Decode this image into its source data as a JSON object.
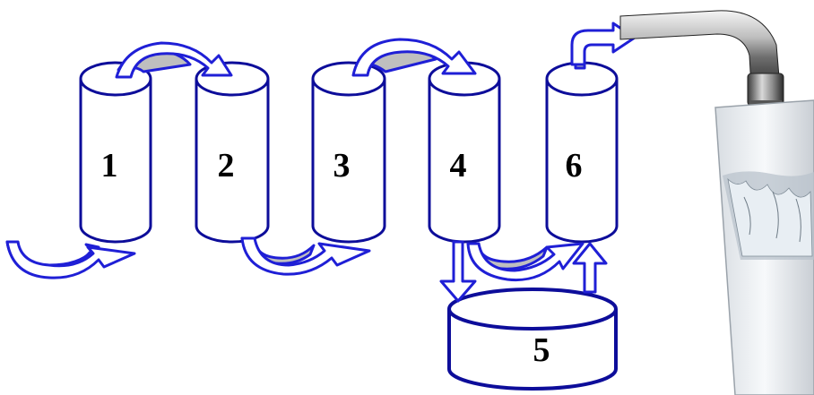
{
  "labels": {
    "stage1": "1",
    "stage2": "2",
    "stage3": "3",
    "stage4": "4",
    "storage_tank": "5",
    "stage6": "6"
  },
  "colors": {
    "outline": "#0d0d9a",
    "arrow_stroke": "#1f1fd6",
    "arrow_shade": "#bfbfbf",
    "text": "#000000"
  },
  "icons": [
    "faucet-icon",
    "water-glass-icon"
  ]
}
